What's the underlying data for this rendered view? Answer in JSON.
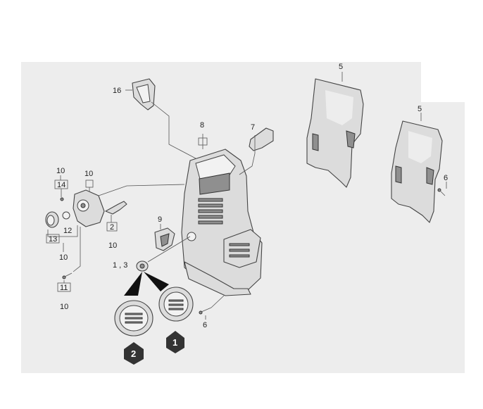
{
  "labels": {
    "p16": "16",
    "p8": "8",
    "p7": "7",
    "p5a": "5",
    "p5b": "5",
    "p6a": "6",
    "p6b": "6",
    "p10a": "10",
    "p14": "14",
    "p10b": "10",
    "p12": "12",
    "p13": "13",
    "p10c": "10",
    "p2": "2",
    "p10d": "10",
    "p9": "9",
    "p13b": "1 , 3",
    "p11": "11",
    "p10e": "10"
  },
  "variants": {
    "badge1": "1",
    "badge2": "2"
  },
  "colors": {
    "panel": "#ededed",
    "part": "#dcdcdc",
    "badge": "#333333"
  }
}
